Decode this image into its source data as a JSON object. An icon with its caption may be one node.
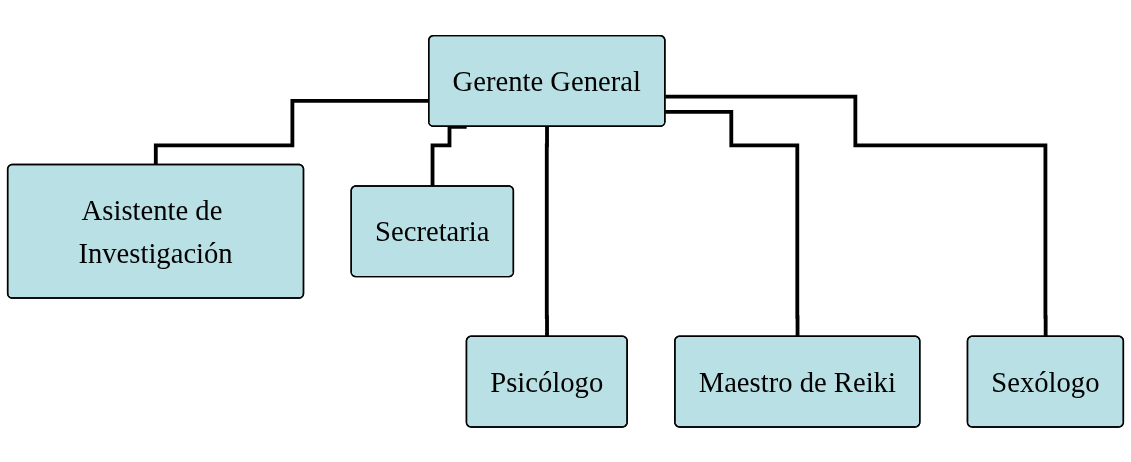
{
  "diagram": {
    "nodes": [
      {
        "text": [
          "Gerente General"
        ]
      },
      {
        "text": [
          "Asistente de Investigación"
        ]
      },
      {
        "text": [
          "Secretaria"
        ]
      },
      {
        "text": [
          "Psicólogo"
        ]
      },
      {
        "text": [
          "Maestro de Reiki"
        ]
      },
      {
        "text": [
          "Sexólogo"
        ]
      }
    ],
    "edges": [
      {
        "from": 0,
        "to": 1,
        "arrow": "none"
      },
      {
        "from": 0,
        "to": 2,
        "arrow": "none"
      },
      {
        "from": 0,
        "to": 3,
        "arrow": "none"
      },
      {
        "from": 0,
        "to": 4,
        "arrow": "none"
      },
      {
        "from": 0,
        "to": 5,
        "arrow": "none"
      }
    ]
  }
}
